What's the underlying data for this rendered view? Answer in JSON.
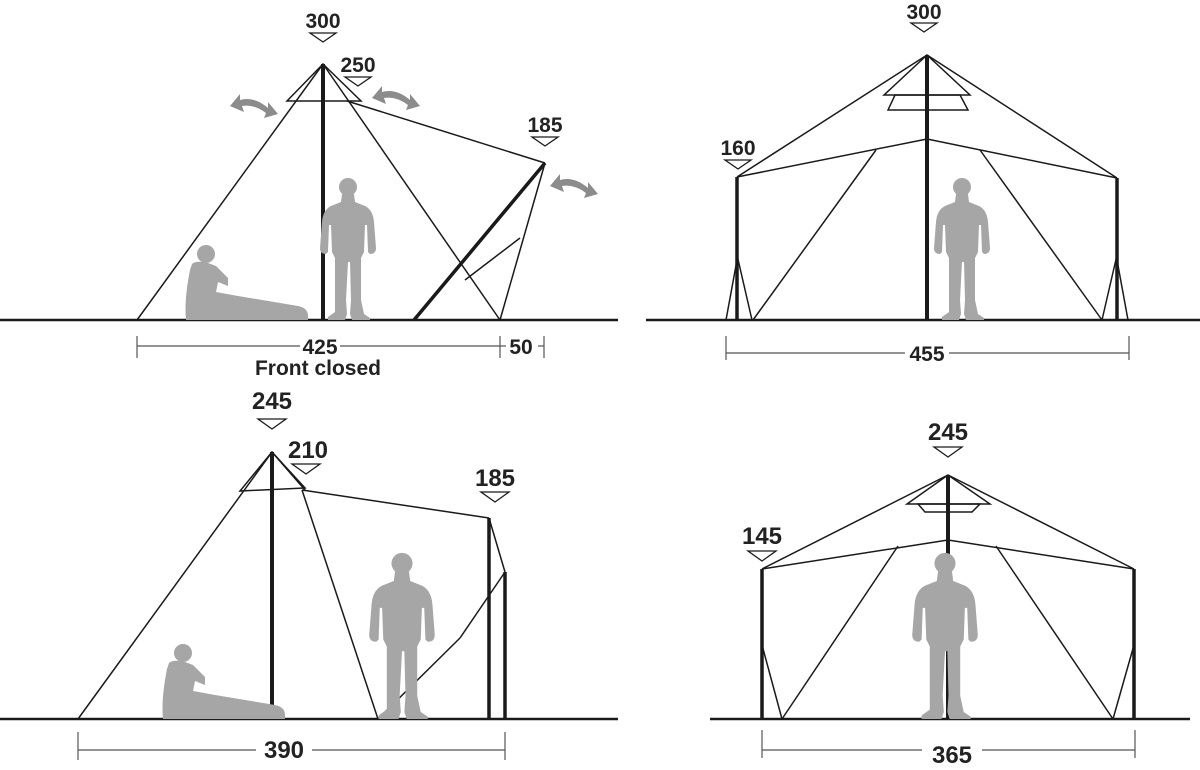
{
  "panels": {
    "top_left": {
      "heights": {
        "peak": "300",
        "vent": "250",
        "front": "185"
      },
      "width": "425",
      "extension": "50",
      "caption": "Front closed"
    },
    "top_right": {
      "heights": {
        "peak": "300",
        "side": "160"
      },
      "width": "455"
    },
    "bottom_left": {
      "heights": {
        "peak": "245",
        "vent": "210",
        "front": "185"
      },
      "width": "390"
    },
    "bottom_right": {
      "heights": {
        "peak": "245",
        "side": "145"
      },
      "width": "365"
    }
  },
  "colors": {
    "line": "#1a1a1a",
    "figure": "#a6a6a6",
    "arrow": "#8c8c8c",
    "dimension": "#555555"
  }
}
